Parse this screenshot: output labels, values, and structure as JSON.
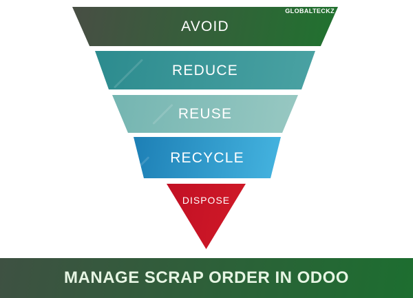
{
  "watermark": {
    "label": "GLOBALTECKZ"
  },
  "diagram": {
    "type": "inverted-funnel",
    "levels": [
      {
        "label": "AVOID",
        "color_left": "#484e44",
        "color_right": "#20722f"
      },
      {
        "label": "REDUCE",
        "color_left": "#2c8b8e",
        "color_right": "#4aa2a3"
      },
      {
        "label": "REUSE",
        "color_left": "#74b5b1",
        "color_right": "#98c8c2"
      },
      {
        "label": "RECYCLE",
        "color_left": "#1d7fb5",
        "color_right": "#45b4e0"
      },
      {
        "label": "DISPOSE",
        "color_left": "#c21024",
        "color_right": "#d01a28"
      }
    ]
  },
  "banner": {
    "title": "MANAGE SCRAP ORDER IN ODOO",
    "color_left": "#3e5142",
    "color_right": "#1d6e30"
  }
}
